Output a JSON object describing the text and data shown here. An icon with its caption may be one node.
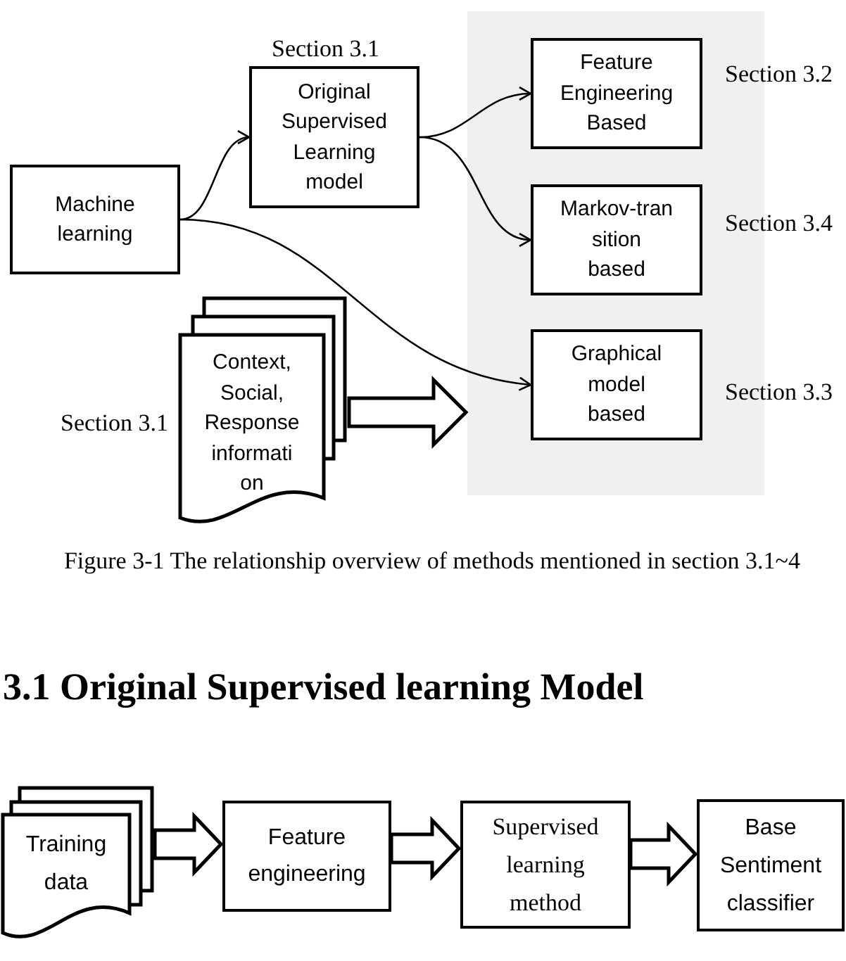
{
  "diagram": {
    "title": "3.1 Original Supervised learning Model",
    "caption": "Figure 3-1 The relationship overview of methods mentioned in section 3.1~4",
    "nodes": [
      {
        "text": [
          "Machine learning"
        ]
      },
      {
        "text": [
          "Original Supervised Learning model"
        ],
        "beside": [
          "Section 3.1"
        ]
      },
      {
        "text": [],
        "shape": "box"
      },
      {
        "text": [
          "Feature Engineering Based"
        ],
        "in": 2,
        "beside": [
          "Section 3.2"
        ]
      },
      {
        "text": [
          "Markov-tran sition based"
        ],
        "in": 2,
        "beside": [
          "Section 3.4"
        ]
      },
      {
        "text": [
          "Graphical model based"
        ],
        "in": 2,
        "beside": [
          "Section 3.3"
        ]
      },
      {
        "text": [
          "Context, Social, Response informati on"
        ],
        "beside": [
          "Section 3.1"
        ]
      },
      {
        "text": [
          "Training data"
        ]
      },
      {
        "text": [
          "Feature engineering"
        ]
      },
      {
        "text": [
          "Supervised learning method"
        ]
      },
      {
        "text": [
          "Base Sentiment classifier"
        ]
      }
    ],
    "edges": [
      {
        "from": 0,
        "to": 1,
        "arrow": "to"
      },
      {
        "from": 0,
        "to": 5,
        "arrow": "to"
      },
      {
        "from": 1,
        "to": 3,
        "arrow": "to"
      },
      {
        "from": 1,
        "to": 4,
        "arrow": "to"
      },
      {
        "from": 6,
        "to": 2,
        "arrow": "to",
        "style": "thick"
      },
      {
        "from": 7,
        "to": 8,
        "arrow": "to",
        "style": "thick"
      },
      {
        "from": 8,
        "to": 9,
        "arrow": "to",
        "style": "thick"
      },
      {
        "from": 9,
        "to": 10,
        "arrow": "to",
        "style": "thick"
      }
    ]
  }
}
